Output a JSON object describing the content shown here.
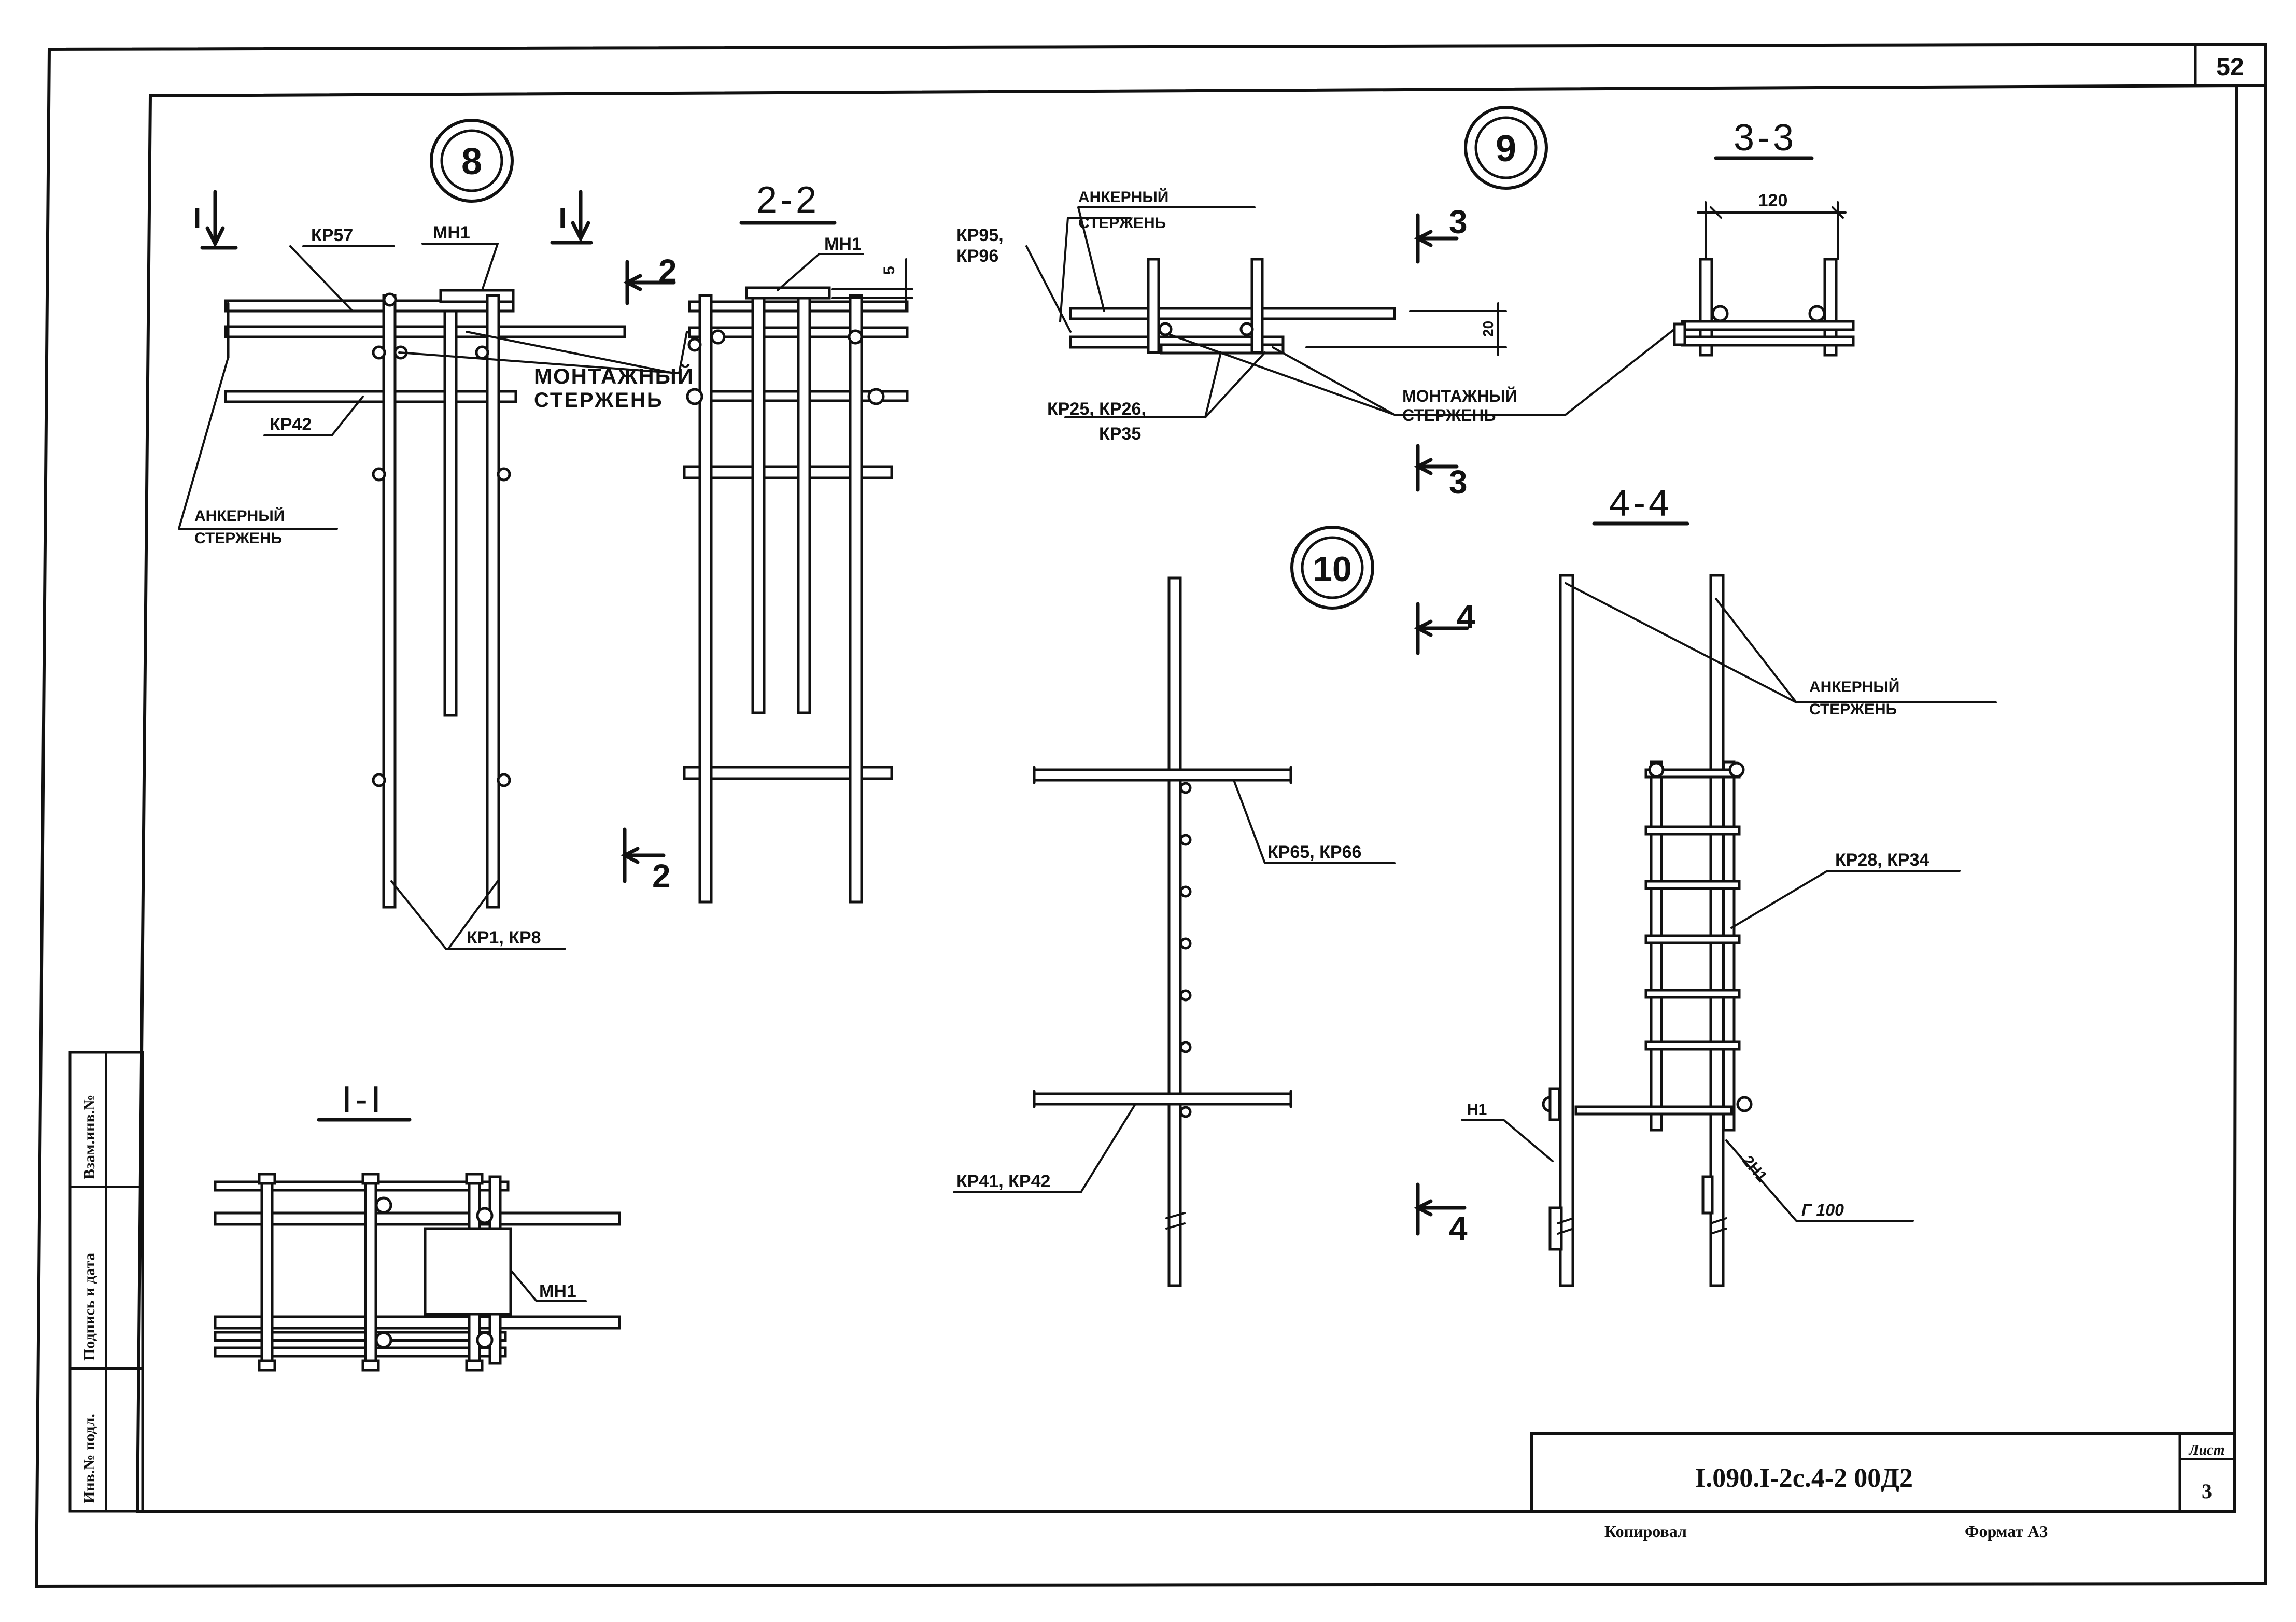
{
  "sheet": {
    "page_number": "52",
    "drawing_code": "I.090.I-2c.4-2 00Д2",
    "sheet_label": "Лист",
    "sheet_number": "3",
    "copied_label": "Копировал",
    "format_label": "Формат А3"
  },
  "side_stamp": {
    "inv_no": "Инв.№ подл.",
    "sign_date": "Подпись и дата",
    "replace_inv": "Взам.инв.№"
  },
  "detail_markers": {
    "d8": "8",
    "d9": "9",
    "d10": "10"
  },
  "section_titles": {
    "s11": "I-I",
    "s22": "2-2",
    "s33": "3-3",
    "s44": "4-4"
  },
  "section_marks": {
    "m1": "I",
    "m2": "2",
    "m3": "3",
    "m4": "4"
  },
  "labels": {
    "kp57": "КР57",
    "mn1": "МН1",
    "mont_rod": "МОНТАЖНЫЙ",
    "rod": "СТЕРЖЕНЬ",
    "kp42": "КР42",
    "anchor_rod": "АНКЕРНЫЙ",
    "kp1_kp8": "КР1, КР8",
    "kp95": "КР95,",
    "kp96": "КР96",
    "kp25_26": "КР25, КР26,",
    "kp35": "КР35",
    "kp65_66": "КР65, КР66",
    "kp41_42": "КР41, КР42",
    "kp28_34": "КР28, КР34",
    "n1": "Н1",
    "n1_2": "2Н1",
    "angle100": "Г 100",
    "dim120": "120",
    "dim20": "20",
    "dim5": "5"
  }
}
